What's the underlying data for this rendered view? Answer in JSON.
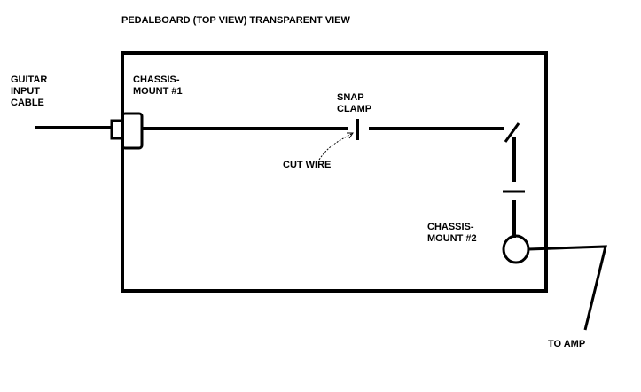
{
  "title": "PEDALBOARD (TOP VIEW) TRANSPARENT VIEW",
  "labels": {
    "guitar_input_cable": [
      "GUITAR",
      "INPUT",
      "CABLE"
    ],
    "chassis_mount_1": [
      "CHASSIS-",
      "MOUNT #1"
    ],
    "snap_clamp": [
      "SNAP",
      "CLAMP"
    ],
    "cut_wire": "CUT WIRE",
    "chassis_mount_2": [
      "CHASSIS-",
      "MOUNT #2"
    ],
    "to_amp": "TO AMP"
  },
  "colors": {
    "line": "#000000",
    "background": "#ffffff"
  }
}
